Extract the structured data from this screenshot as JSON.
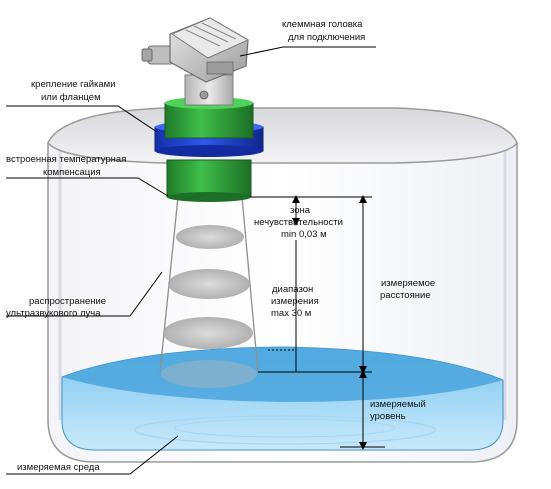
{
  "labels": {
    "terminal_head_1": "клеммная головка",
    "terminal_head_2": "для подключения",
    "mount_1": "крепление гайками",
    "mount_2": "или фланцем",
    "temp_comp_1": "встроенная температурная",
    "temp_comp_2": "компенсация",
    "dead_zone_1": "зона",
    "dead_zone_2": "нечувствительности",
    "dead_zone_3": "min 0,03 м",
    "range_1": "диапазон",
    "range_2": "измерения",
    "range_3": "max 30 м",
    "distance_1": "измеряемое",
    "distance_2": "расстояние",
    "level_1": "измеряемый",
    "level_2": "уровень",
    "beam_1": "распространение",
    "beam_2": "ультразвукового луча",
    "medium": "измеряемая среда"
  },
  "colors": {
    "sensor_green": "#2f9e3a",
    "flange_blue": "#1d3fd1",
    "liquid_blue": "#5db4e6",
    "head_grey": "#c8c8c8",
    "tank_outline": "#9a9a9a"
  }
}
